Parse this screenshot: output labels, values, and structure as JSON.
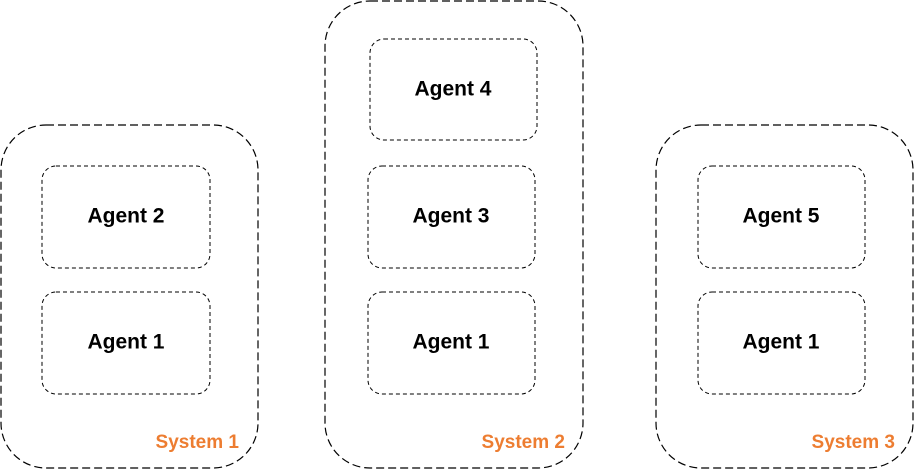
{
  "systems": [
    {
      "label": "System 1",
      "agents": [
        "Agent 2",
        "Agent 1"
      ]
    },
    {
      "label": "System 2",
      "agents": [
        "Agent 4",
        "Agent 3",
        "Agent 1"
      ]
    },
    {
      "label": "System 3",
      "agents": [
        "Agent 5",
        "Agent 1"
      ]
    }
  ],
  "colors": {
    "system_label": "#ED7D31"
  }
}
